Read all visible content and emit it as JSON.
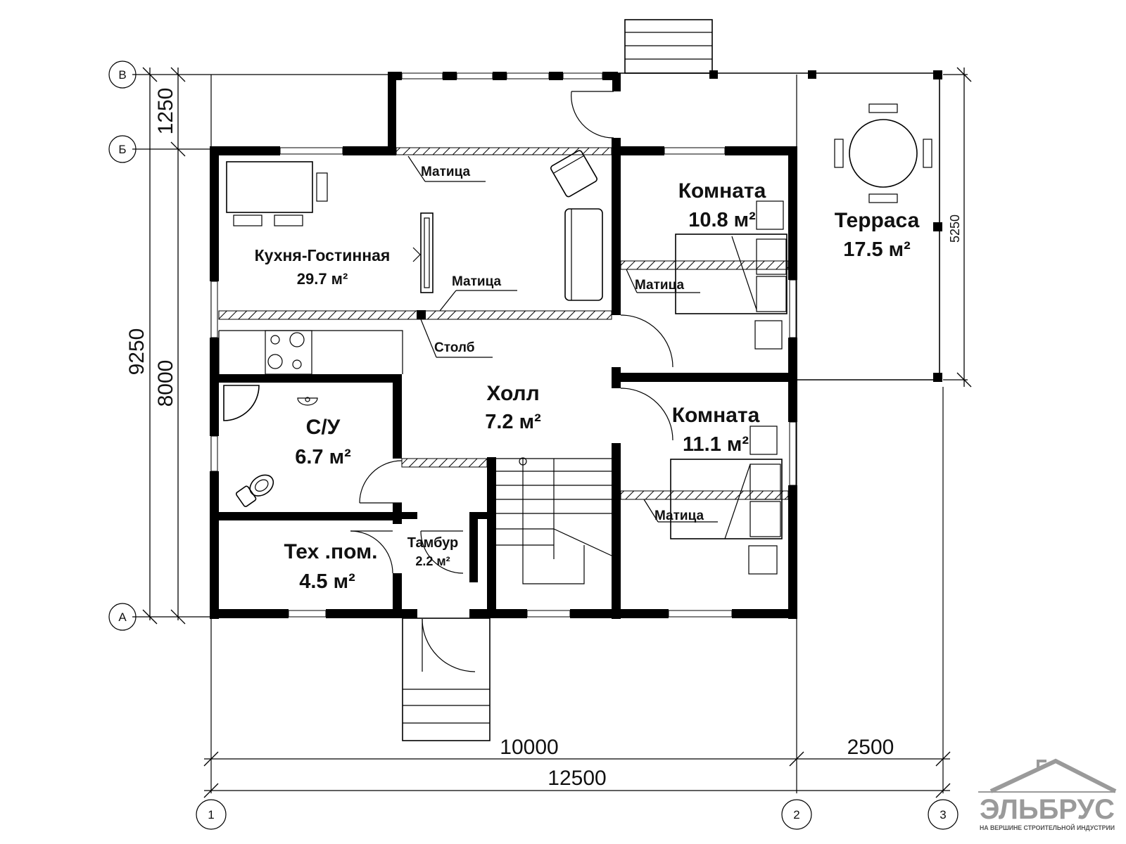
{
  "rooms": {
    "kitchen": {
      "name": "Кухня-Гостинная",
      "area": "29.7 м²"
    },
    "room1": {
      "name": "Комната",
      "area": "10.8 м²"
    },
    "terrace": {
      "name": "Терраса",
      "area": "17.5 м²"
    },
    "hall": {
      "name": "Холл",
      "area": "7.2 м²"
    },
    "bathroom": {
      "name": "С/У",
      "area": "6.7 м²"
    },
    "room2": {
      "name": "Комната",
      "area": "11.1 м²"
    },
    "tech": {
      "name": "Тех .пом.",
      "area": "4.5 м²"
    },
    "vestibule": {
      "name": "Тамбур",
      "area": "2.2 м²"
    }
  },
  "labels": {
    "beam": "Матица",
    "pillar": "Столб"
  },
  "dimensions": {
    "left_total": "9250",
    "left_inner": "8000",
    "left_top": "1250",
    "right": "5250",
    "bottom_main": "10000",
    "bottom_terrace": "2500",
    "bottom_total": "12500"
  },
  "axes": {
    "b_upper": "В",
    "b_lower": "Б",
    "a": "А",
    "n1": "1",
    "n2": "2",
    "n3": "3"
  },
  "logo": {
    "name": "ЭЛЬБРУС",
    "tagline": "НА ВЕРШИНЕ СТРОИТЕЛЬНОЙ ИНДУСТРИИ"
  }
}
